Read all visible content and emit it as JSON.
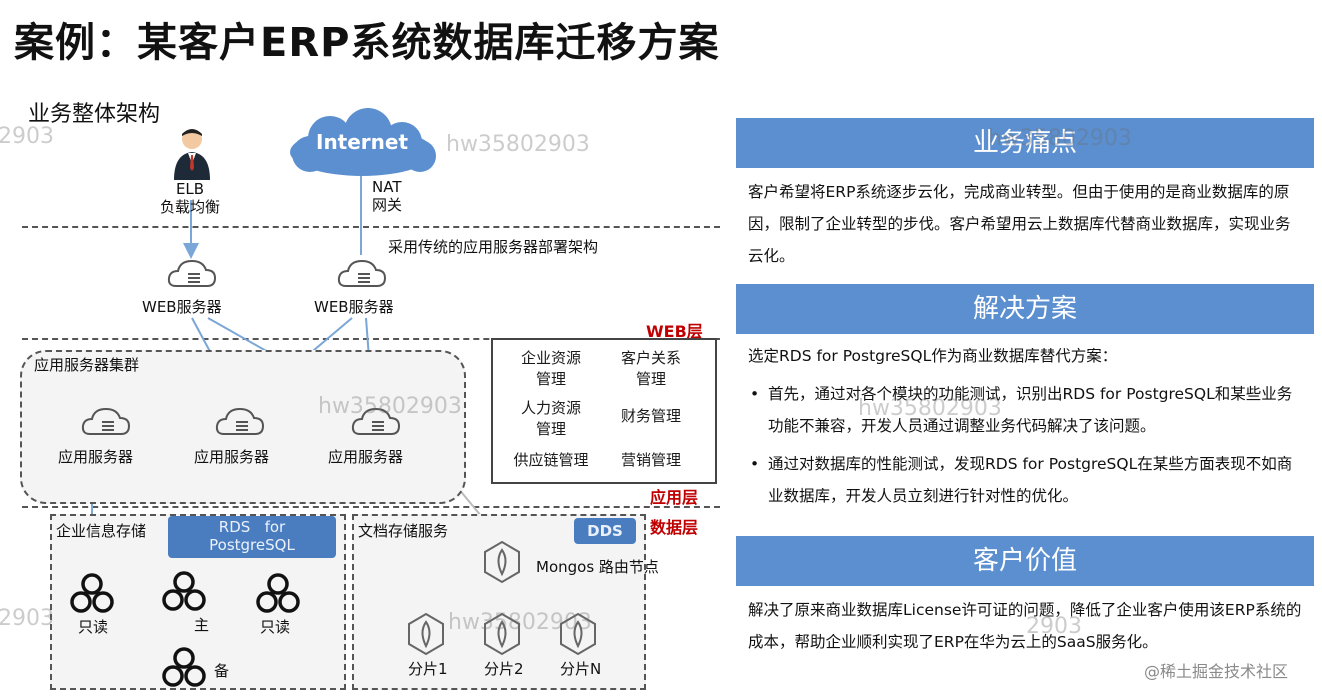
{
  "title": "案例：某客户ERP系统数据库迁移方案",
  "diagram": {
    "subtitle": "业务整体架构",
    "internet": "Internet",
    "elb_line1": "ELB",
    "elb_line2": "负载均衡",
    "nat_line1": "NAT",
    "nat_line2": "网关",
    "traditional_arch": "采用传统的应用服务器部署架构",
    "web_server": "WEB服务器",
    "web_layer": "WEB层",
    "app_cluster": "应用服务器集群",
    "app_server": "应用服务器",
    "app_layer": "应用层",
    "data_layer": "数据层",
    "biz_modules": {
      "erp_line1": "企业资源",
      "erp_line2": "管理",
      "crm_line1": "客户关系",
      "crm_line2": "管理",
      "hr_line1": "人力资源",
      "hr_line2": "管理",
      "finance": "财务管理",
      "supply_chain": "供应链管理",
      "marketing": "营销管理"
    },
    "enterprise_storage": "企业信息存储",
    "rds_line1": "RDS   for",
    "rds_line2": "PostgreSQL",
    "readonly": "只读",
    "master": "主",
    "standby": "备",
    "doc_storage": "文档存储服务",
    "dds": "DDS",
    "mongos": "Mongos 路由节点",
    "shard1": "分片1",
    "shard2": "分片2",
    "shardN": "分片N"
  },
  "panels": {
    "pain_title": "业务痛点",
    "pain_text": "客户希望将ERP系统逐步云化，完成商业转型。但由于使用的是商业数据库的原因，限制了企业转型的步伐。客户希望用云上数据库代替商业数据库，实现业务云化。",
    "solution_title": "解决方案",
    "solution_intro": "选定RDS for PostgreSQL作为商业数据库替代方案：",
    "bullet_symbol": "•",
    "solution_bullet1": "首先，通过对各个模块的功能测试，识别出RDS for PostgreSQL和某些业务功能不兼容，开发人员通过调整业务代码解决了该问题。",
    "solution_bullet2": "通过对数据库的性能测试，发现RDS for PostgreSQL在某些方面表现不如商业数据库，开发人员立刻进行针对性的优化。",
    "value_title": "客户价值",
    "value_text": "解决了原来商业数据库License许可证的问题，降低了企业客户使用该ERP系统的成本，帮助企业顺利实现了ERP在华为云上的SaaS服务化。"
  },
  "watermark": "hw35802903",
  "watermark_partial": "2903",
  "footer": "@稀土掘金技术社区",
  "colors": {
    "accent_blue": "#5b8fd0",
    "tag_blue": "#4a7dc0",
    "layer_red": "#c00000",
    "arrow_blue": "#7aa6d8"
  },
  "icons": {
    "user": "person-icon",
    "cloud_server": "cloud-server-icon",
    "db_node": "database-node-icon",
    "mongo_node": "mongodb-node-icon"
  }
}
